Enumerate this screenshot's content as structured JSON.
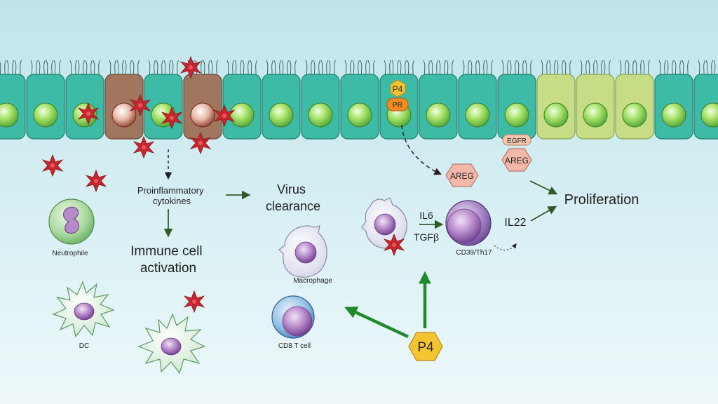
{
  "labels": {
    "proinflammatory": [
      "Proinflammatory",
      "cytokines"
    ],
    "virus_clearance": [
      "Virus",
      "clearance"
    ],
    "immune_activation": [
      "Immune cell",
      "activation"
    ],
    "proliferation": "Proliferation",
    "neutrophile": "Neutrophile",
    "macrophage": "Macrophage",
    "dc": "DC",
    "cd8": "CD8 T cell",
    "cd39": "CD39/Th17",
    "il6": "IL6",
    "tgfb": "TGFβ",
    "il22": "IL22",
    "areg_mid": "AREG",
    "areg_top": "AREG",
    "egfr": "EGFR",
    "p4_top": "P4",
    "pr": "PR",
    "p4_bottom": "P4"
  },
  "colors": {
    "background_top": "#bfe4ec",
    "background_bottom": "#e8f6f9",
    "epithelial_cell": "#3dbba6",
    "infected_cell": "#a0765e",
    "proliferating_cell": "#c6dd86",
    "nucleus": "#8fd850",
    "virus": "#c8262e",
    "arrow_green": "#2e7a24",
    "big_arrow_green": "#1f8a2b",
    "hormone": "#f5c431",
    "receptor": "#f08c1f",
    "areg": "#f4b8a8"
  }
}
